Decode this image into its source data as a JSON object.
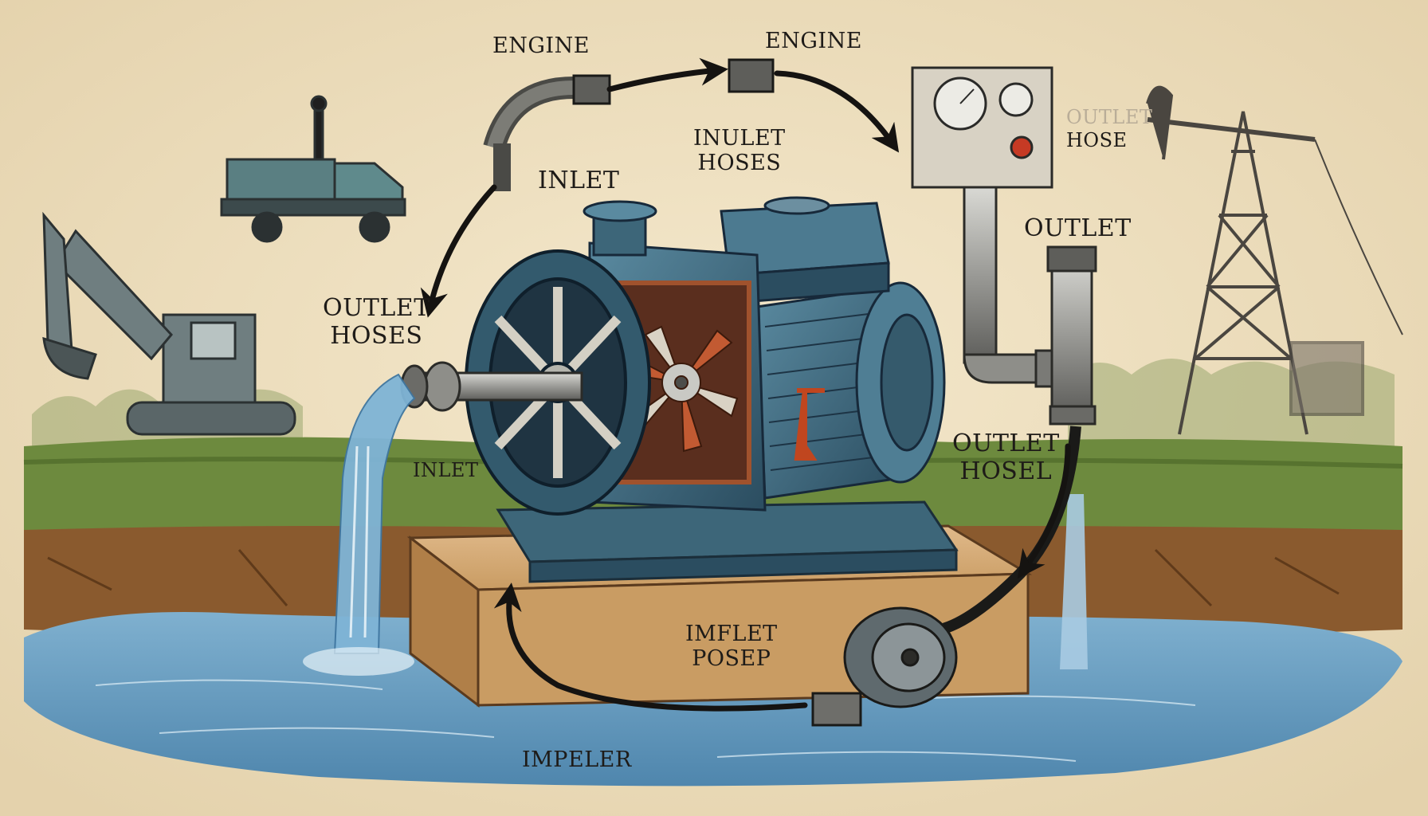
{
  "labels": {
    "engine_left": "ENGINE",
    "engine_right": "ENGINE",
    "inulet_hoses_line1": "INULET",
    "inulet_hoses_line2": "HOSES",
    "inlet_top": "INLET",
    "outlet_hoses_line1": "OUTLET",
    "outlet_hoses_line2": "HOSES",
    "inlet_left": "INLET",
    "outlet_right": "OUTLET",
    "outlet_hose_faint": "OUTLET",
    "hose_right": "HOSE",
    "outlet_hosel_line1": "OUTLET",
    "outlet_hosel_line2": "HOSEL",
    "imflet_posep_line1": "IMFLET",
    "imflet_posep_line2": "POSEP",
    "impeler": "IMPELER"
  },
  "colors": {
    "paper": "#f1e4c6",
    "pump_blue": "#3d6679",
    "pump_dark": "#20394a",
    "impeller_red": "#b5532e",
    "water": "#6a9fc2",
    "grass": "#6d8a3e",
    "soil": "#8a5a2e",
    "base_block": "#c99c63",
    "ink": "#1e1b18"
  }
}
